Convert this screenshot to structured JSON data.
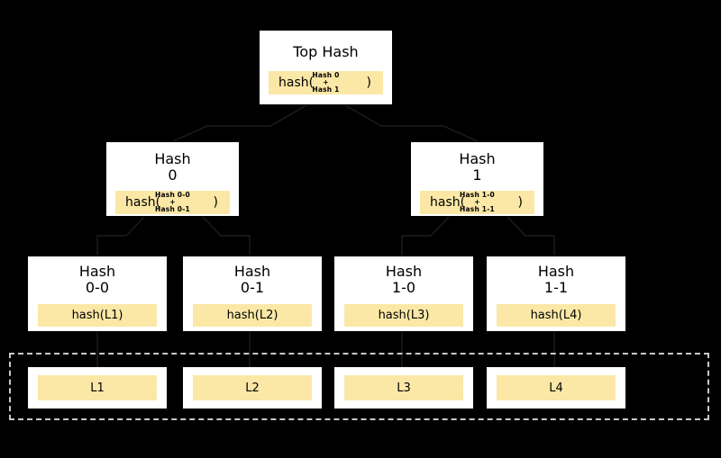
{
  "diagram": {
    "type": "merkle-hash-tree",
    "background_color": "#000000",
    "node_fill": "#ffffff",
    "hash_bar_fill": "#fbe8a6",
    "dashed_border_color": "#c9c9c9",
    "text_color": "#000000"
  },
  "top_hash": {
    "title": "Top Hash",
    "hash_open": "hash(",
    "hash_close": ")",
    "operand_1": "Hash 0",
    "operator": "+",
    "operand_2": "Hash 1"
  },
  "level1": [
    {
      "title": "Hash\n0",
      "hash_open": "hash(",
      "hash_close": ")",
      "operand_1": "Hash 0-0",
      "operator": "+",
      "operand_2": "Hash 0-1"
    },
    {
      "title": "Hash\n1",
      "hash_open": "hash(",
      "hash_close": ")",
      "operand_1": "Hash 1-0",
      "operator": "+",
      "operand_2": "Hash 1-1"
    }
  ],
  "level2": [
    {
      "title": "Hash\n0-0",
      "expr": "hash(L1)"
    },
    {
      "title": "Hash\n0-1",
      "expr": "hash(L2)"
    },
    {
      "title": "Hash\n1-0",
      "expr": "hash(L3)"
    },
    {
      "title": "Hash\n1-1",
      "expr": "hash(L4)"
    }
  ],
  "data_blocks": [
    {
      "label": "L1"
    },
    {
      "label": "L2"
    },
    {
      "label": "L3"
    },
    {
      "label": "L4"
    }
  ]
}
